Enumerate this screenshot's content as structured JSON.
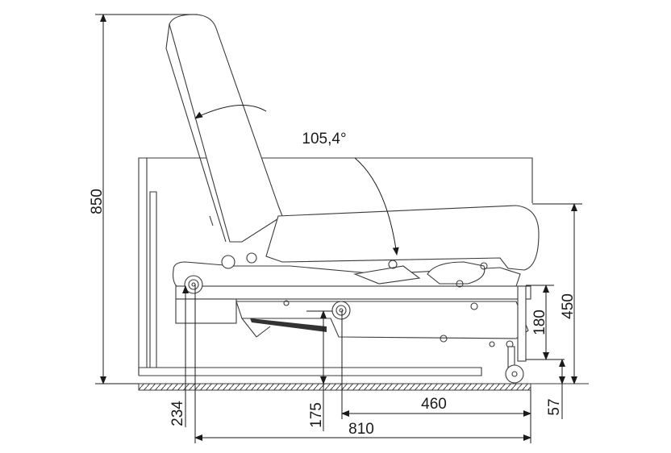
{
  "title": "Seat mechanism side view dimensions",
  "dimensions": {
    "overall_height": "850",
    "recline_angle": "105,4°",
    "seat_height": "450",
    "frame_height": "180",
    "caster_clearance": "57",
    "depth_front": "460",
    "overall_depth": "810",
    "rear_pivot_height": "234",
    "mid_pivot_height": "175"
  },
  "colors": {
    "line": "#3a3a3a",
    "background": "#ffffff"
  }
}
